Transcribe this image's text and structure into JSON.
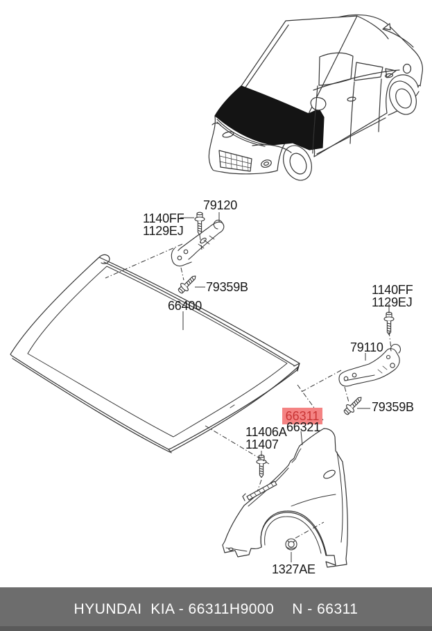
{
  "diagram": {
    "type": "exploded-parts-diagram",
    "vehicle_view": "hatchback front three-quarter line art with hood and front fender highlighted",
    "highlighted_part": "66311",
    "labels": {
      "hinge_upper": "79120",
      "hinge_upper_bolt_line1": "1140FF",
      "hinge_upper_bolt_line2": "1129EJ",
      "hinge_upper_screw": "79359B",
      "hood_panel": "66400",
      "hinge_lower_bolt_line1": "1140FF",
      "hinge_lower_bolt_line2": "1129EJ",
      "hinge_lower": "79110",
      "hinge_lower_screw": "79359B",
      "fender_part": "66311",
      "fender_part_alt": "66321",
      "fender_bolt_line1": "11406A",
      "fender_bolt_line2": "11407",
      "fender_nut": "1327AE"
    }
  },
  "footer": {
    "left_text": "HYUNDAI  KIA - 66311H9000",
    "right_text": "N - 66311"
  },
  "colors": {
    "highlight_bg": "#f48383",
    "highlight_text": "#c93434",
    "line_color": "#333333",
    "footer_bg": "#6d6d6d",
    "footer_bg_dark": "#5a5a5a",
    "footer_text": "#ffffff",
    "background": "#ffffff"
  }
}
